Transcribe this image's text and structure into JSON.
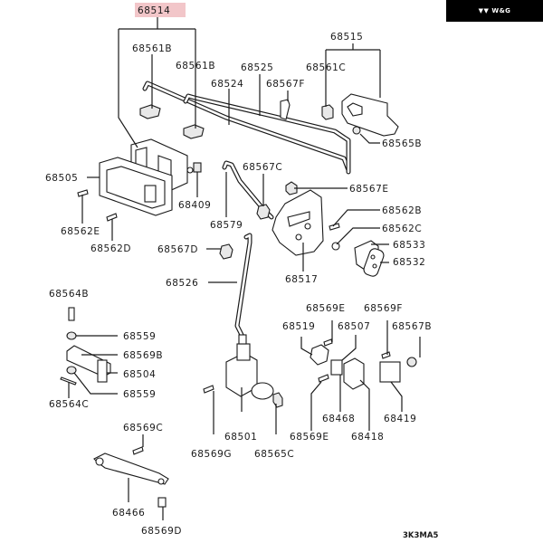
{
  "brand_badge": {
    "text": "W&G",
    "icon": "wg-logo-icon"
  },
  "diagram_code": "3K3MA5",
  "highlight_color": "#f2c6c9",
  "labels": {
    "p68514": "68514",
    "p68561B_a": "68561B",
    "p68561B_b": "68561B",
    "p68525": "68525",
    "p68524": "68524",
    "p68567F": "68567F",
    "p68515": "68515",
    "p68561C": "68561C",
    "p68565B": "68565B",
    "p68505": "68505",
    "p68409": "68409",
    "p68567C": "68567C",
    "p68567E": "68567E",
    "p68562B": "68562B",
    "p68562C": "68562C",
    "p68562E": "68562E",
    "p68562D": "68562D",
    "p68579": "68579",
    "p68533": "68533",
    "p68532": "68532",
    "p68567D": "68567D",
    "p68517": "68517",
    "p68526": "68526",
    "p68564B": "68564B",
    "p68559_a": "68559",
    "p68569B": "68569B",
    "p68504": "68504",
    "p68559_b": "68559",
    "p68564C": "68564C",
    "p68569E_a": "68569E",
    "p68569F": "68569F",
    "p68519": "68519",
    "p68507": "68507",
    "p68567B": "68567B",
    "p68468": "68468",
    "p68419": "68419",
    "p68569E_b": "68569E",
    "p68418": "68418",
    "p68501": "68501",
    "p68569G": "68569G",
    "p68565C": "68565C",
    "p68569C": "68569C",
    "p68466": "68466",
    "p68569D": "68569D"
  }
}
